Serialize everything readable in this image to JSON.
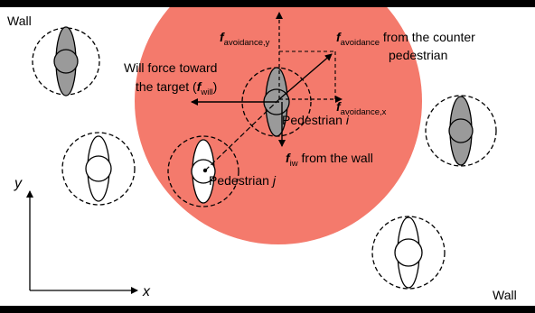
{
  "labels": {
    "wall_top": "Wall",
    "wall_bottom": "Wall",
    "axis_x": "x",
    "axis_y": "y",
    "pedestrian_i": "Pedestrian ",
    "pedestrian_i_var": "i",
    "pedestrian_j": "Pedestrian ",
    "pedestrian_j_var": "j",
    "will_line1": "Will force toward",
    "will_line2_pre": "the target (",
    "will_symbol": "f",
    "will_sub": "will",
    "will_line2_post": ")",
    "f_symbol": "f",
    "avoid_y_sub": "avoidance,y",
    "avoid_x_sub": "avoidance,x",
    "avoid_sub": "avoidance",
    "avoid_text1": " from the counter",
    "avoid_text2": "pedestrian",
    "iw_sub": "iw",
    "iw_text": " from the wall"
  },
  "colors": {
    "wall": "#000000",
    "influence_zone": "#f47a6c",
    "pedestrian_body_active": "#9a9a9a",
    "pedestrian_body_other": "#ffffff",
    "outline": "#000000"
  }
}
